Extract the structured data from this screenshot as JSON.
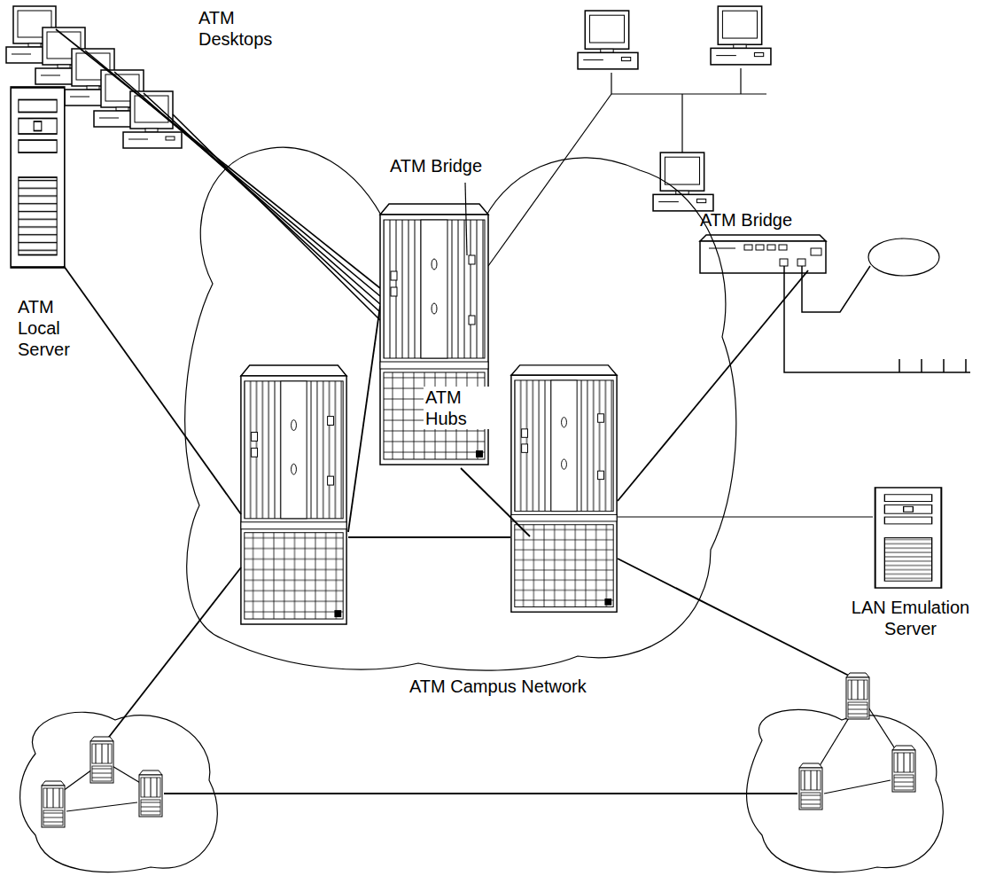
{
  "diagram": {
    "nodes": [
      {
        "text": [
          "ATM Campus Network"
        ]
      },
      {
        "text": [
          "ATM Bridge"
        ],
        "in": 0
      },
      {
        "text": [
          "ATM Desktops"
        ]
      },
      {
        "text": [
          "ATM Local Server"
        ]
      },
      {
        "text": [
          "ATM Bridge"
        ]
      },
      {
        "text": [
          "LAN Emulation Server"
        ]
      }
    ],
    "edges": [
      {
        "from": 2,
        "to": 1,
        "arrow": "none"
      }
    ],
    "labels": [
      "ATM Hubs"
    ]
  }
}
